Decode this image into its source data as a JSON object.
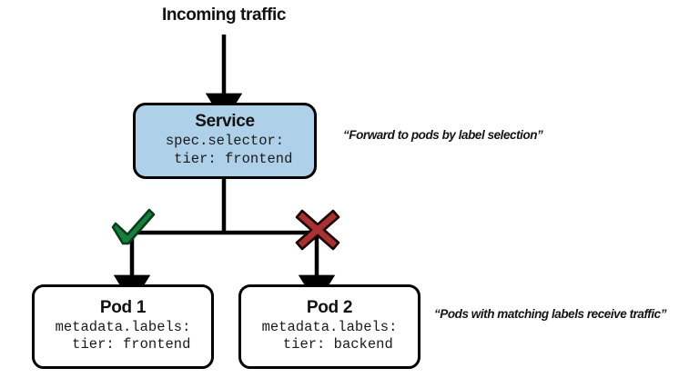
{
  "diagram": {
    "heading": "Incoming traffic",
    "nodes": {
      "service": {
        "title": "Service",
        "spec_line1": "spec.selector:",
        "spec_line2": "  tier: frontend",
        "fill_color": "#aed0e8",
        "border_color": "#000000"
      },
      "pod1": {
        "title": "Pod 1",
        "spec_line1": "metadata.labels:",
        "spec_line2": "  tier: frontend",
        "fill_color": "#ffffff",
        "border_color": "#000000"
      },
      "pod2": {
        "title": "Pod 2",
        "spec_line1": "metadata.labels:",
        "spec_line2": "  tier: backend",
        "fill_color": "#ffffff",
        "border_color": "#000000"
      }
    },
    "marks": {
      "check": {
        "name": "check-mark",
        "color": "#16803c",
        "meaning": "match"
      },
      "cross": {
        "name": "cross-mark",
        "color": "#a83232",
        "meaning": "no match"
      }
    },
    "annotations": {
      "service_note": "“Forward to pods by label selection”",
      "pods_note": "“Pods with matching labels receive traffic”"
    },
    "connectors": {
      "stroke_color": "#000000",
      "incoming_arrow": "vertical arrow into Service",
      "service_stem": "vertical line from Service to bus",
      "bus": "horizontal line spanning both pod arrows",
      "pod1_arrow": "vertical arrow into Pod 1",
      "pod2_arrow": "vertical arrow into Pod 2"
    }
  }
}
